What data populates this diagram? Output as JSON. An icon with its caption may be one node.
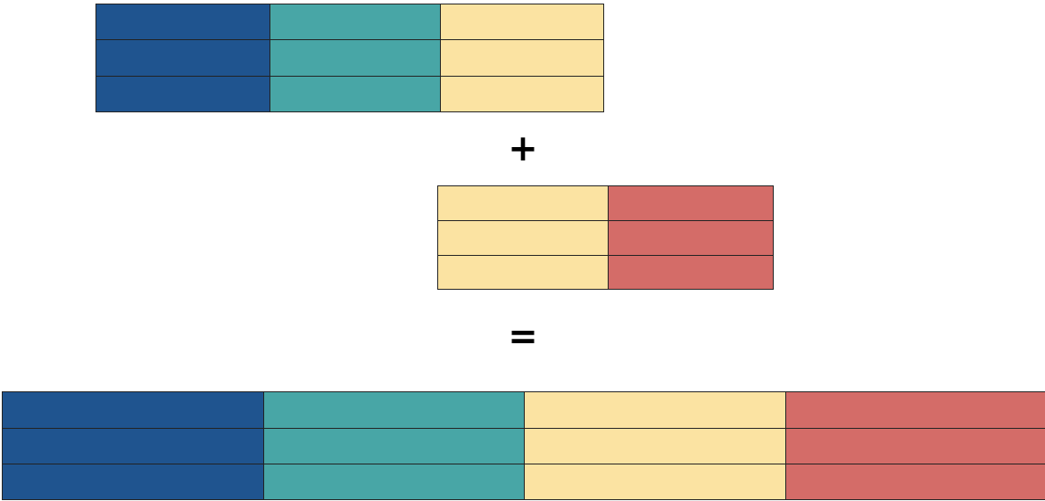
{
  "diagram": {
    "nodes": [
      {
        "text": [],
        "shape": "box"
      },
      {
        "text": [],
        "shape": "box",
        "in": 0
      },
      {
        "text": [],
        "shape": "box",
        "in": 0
      },
      {
        "text": [],
        "shape": "box",
        "in": 0
      },
      {
        "text": [],
        "shape": "box",
        "in": 0
      },
      {
        "text": [],
        "shape": "box",
        "in": 0
      },
      {
        "text": [],
        "shape": "box",
        "in": 0
      },
      {
        "text": [],
        "shape": "box",
        "in": 0
      },
      {
        "text": [],
        "shape": "box",
        "in": 0
      },
      {
        "text": [],
        "shape": "box",
        "in": 0
      },
      {
        "text": [],
        "shape": "box"
      },
      {
        "text": [],
        "shape": "box",
        "in": 10
      },
      {
        "text": [],
        "shape": "box",
        "in": 10
      },
      {
        "text": [],
        "shape": "box",
        "in": 10
      },
      {
        "text": [],
        "shape": "box",
        "in": 10
      },
      {
        "text": [],
        "shape": "box",
        "in": 10
      },
      {
        "text": [],
        "shape": "box",
        "in": 10
      },
      {
        "text": [],
        "shape": "box"
      },
      {
        "text": [],
        "shape": "box",
        "in": 17
      },
      {
        "text": [],
        "shape": "box",
        "in": 17
      },
      {
        "text": [],
        "shape": "box",
        "in": 17
      },
      {
        "text": [],
        "shape": "box",
        "in": 17
      },
      {
        "text": [],
        "shape": "box",
        "in": 17
      },
      {
        "text": [],
        "shape": "box",
        "in": 17
      },
      {
        "text": [],
        "shape": "box",
        "in": 17
      },
      {
        "text": [],
        "shape": "box",
        "in": 17
      },
      {
        "text": [],
        "shape": "box",
        "in": 17
      },
      {
        "text": [],
        "shape": "box",
        "in": 17
      },
      {
        "text": [],
        "shape": "box",
        "in": 17
      },
      {
        "text": [],
        "shape": "box",
        "in": 17
      }
    ],
    "labels": [
      "+",
      "="
    ]
  }
}
